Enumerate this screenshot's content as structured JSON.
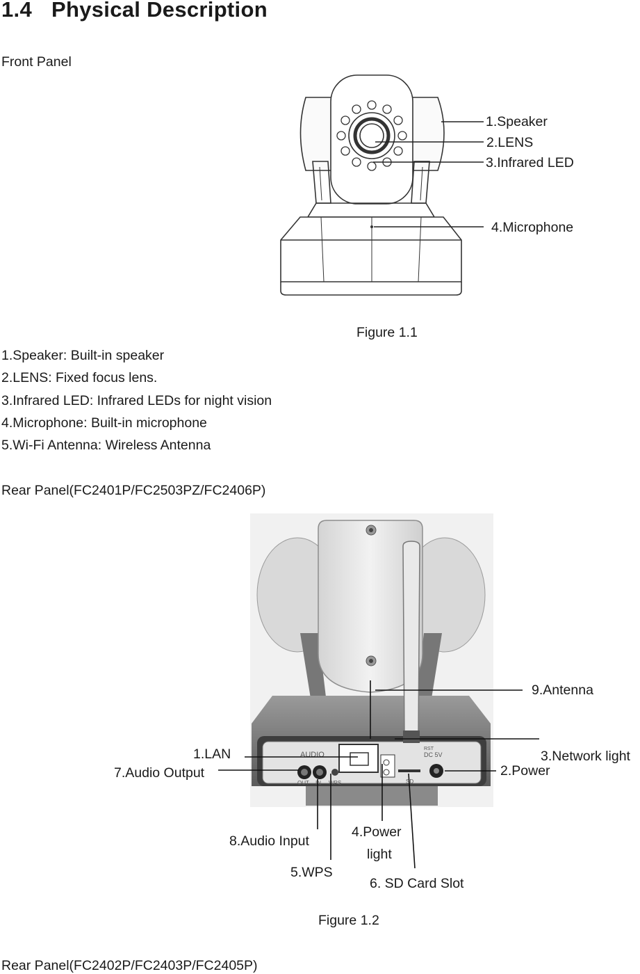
{
  "heading": {
    "number": "1.4",
    "title": "Physical Description"
  },
  "front_panel": {
    "title": "Front Panel",
    "callouts": [
      "1.Speaker",
      "2.LENS",
      "3.Infrared LED",
      "4.Microphone"
    ],
    "caption": "Figure 1.1",
    "descriptions": [
      "1.Speaker: Built-in speaker",
      "2.LENS: Fixed focus lens.",
      "3.Infrared LED: Infrared LEDs for night vision",
      "4.Microphone: Built-in microphone",
      "5.Wi-Fi Antenna: Wireless Antenna"
    ]
  },
  "rear_panel_1": {
    "title": "Rear Panel(FC2401P/FC2503PZ/FC2406P)",
    "callouts": {
      "antenna": "9.Antenna",
      "lan": "1.LAN",
      "audio_output": "7.Audio Output",
      "network_light": "3.Network light",
      "power": "2.Power",
      "audio_input": "8.Audio Input",
      "power_light_1": "4.Power",
      "power_light_2": "light",
      "wps": "5.WPS",
      "sd_slot": "6. SD Card Slot"
    },
    "device_labels": {
      "audio": "AUDIO",
      "out": "OUT",
      "in": "IN",
      "wps": "WPS",
      "rst": "RST",
      "dc": "DC 5V",
      "sd": "SD"
    },
    "caption": "Figure 1.2"
  },
  "rear_panel_2": {
    "title": "Rear Panel(FC2402P/FC2403P/FC2405P)"
  }
}
